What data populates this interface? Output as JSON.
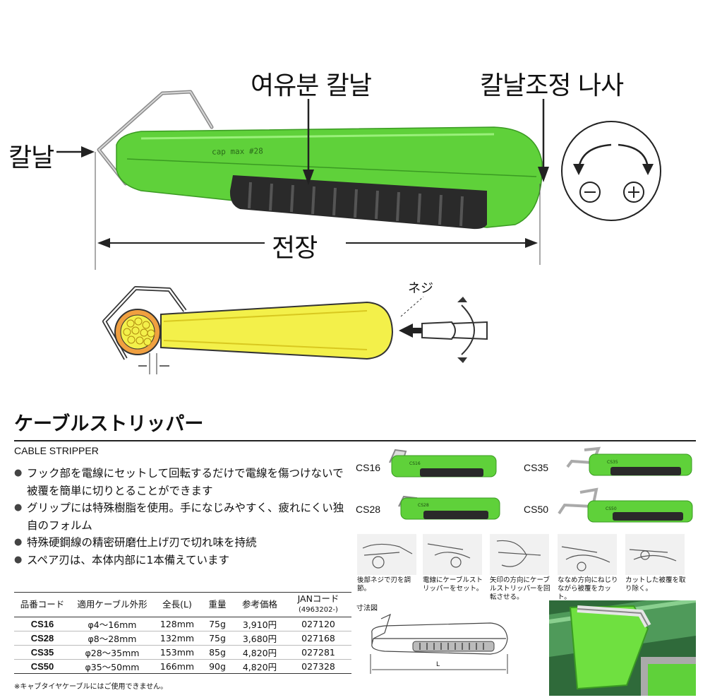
{
  "diagram": {
    "labels": {
      "spare_blade": "여유분 칼날",
      "adjust_screw": "칼날조정 나사",
      "blade": "칼날",
      "total_length": "전장",
      "screw": "ネジ"
    },
    "model_print": "cap max #28",
    "minus": "⊖",
    "plus": "⊕"
  },
  "product": {
    "title": "ケーブルストリッパー",
    "subtitle": "CABLE STRIPPER",
    "features": [
      "フック部を電線にセットして回転するだけで電線を傷つけないで被覆を簡単に切りとることができます",
      "グリップには特殊樹脂を使用。手になじみやすく、疲れにくい独自のフォルム",
      "特殊硬鋼線の精密研磨仕上げ刃で切れ味を持続",
      "スペア刃は、本体内部に1本備えています"
    ]
  },
  "spec_table": {
    "headers": [
      "品番コード",
      "適用ケーブル外形",
      "全長(L)",
      "重量",
      "参考価格",
      "JANコード",
      "(4963202-)"
    ],
    "rows": [
      [
        "CS16",
        "φ4～16mm",
        "128mm",
        "75g",
        "3,910円",
        "027120"
      ],
      [
        "CS28",
        "φ8～28mm",
        "132mm",
        "75g",
        "3,680円",
        "027168"
      ],
      [
        "CS35",
        "φ28～35mm",
        "153mm",
        "85g",
        "4,820円",
        "027281"
      ],
      [
        "CS50",
        "φ35～50mm",
        "166mm",
        "90g",
        "4,820円",
        "027328"
      ]
    ],
    "note": "※キャブタイヤケーブルにはご使用できません。"
  },
  "models": [
    "CS16",
    "CS35",
    "CS28",
    "CS50"
  ],
  "model_prints": [
    "CS16",
    "CS35",
    "CS28",
    "CS50"
  ],
  "steps": [
    "後部ネジで刃を調節。",
    "電線にケーブルストリッパーをセット。",
    "矢印の方向にケーブルストリッパーを回転させる。",
    "ななめ方向にねじりながら被覆をカット。",
    "カットした被覆を取り除く。"
  ],
  "dimension": {
    "caption": "寸法図",
    "length_label": "L"
  },
  "colors": {
    "body_green": "#5fd13a",
    "grip_black": "#2a2a2a",
    "sketch_yellow": "#f3f04a",
    "sketch_orange": "#f0a040"
  }
}
